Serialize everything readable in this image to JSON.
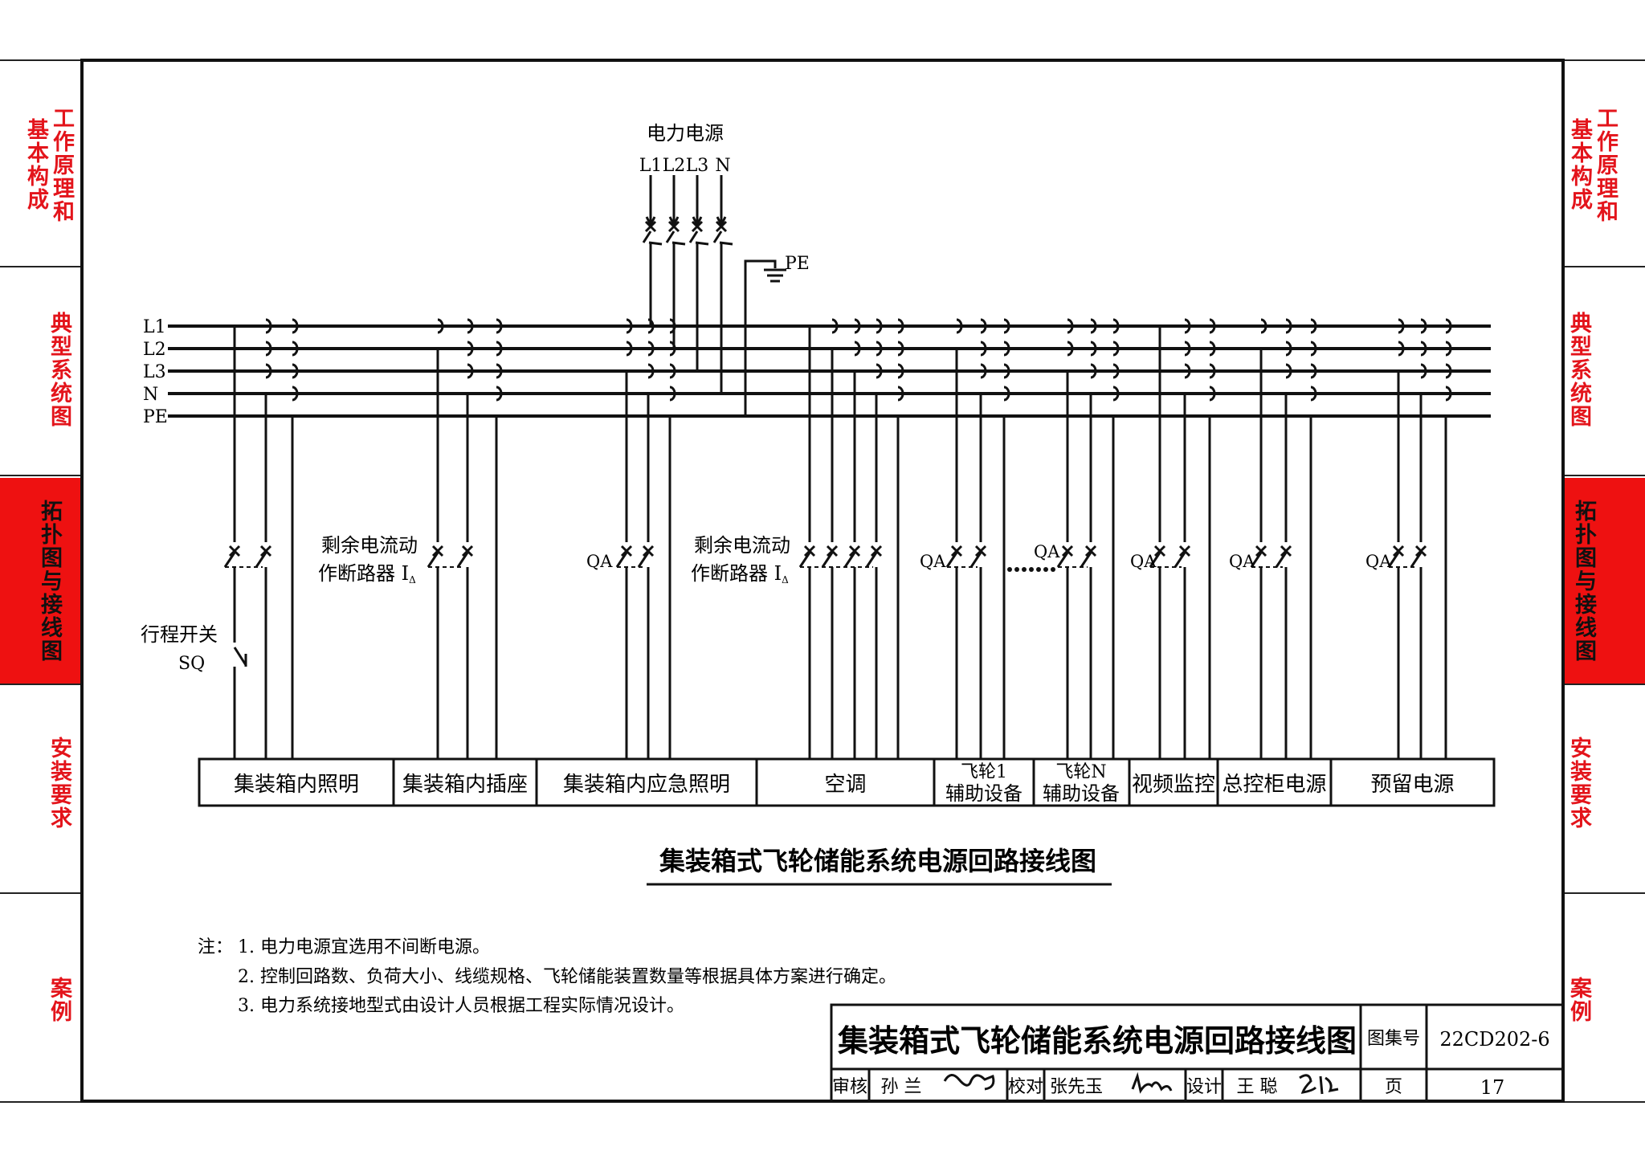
{
  "side_tabs": [
    {
      "id": "principle",
      "label": "工作原理和基本构成",
      "left_cols": [
        "工作原理和",
        "基本构成"
      ],
      "right_cols": [
        "工作原理和",
        "基本构成"
      ]
    },
    {
      "id": "typical",
      "label": "典型系统图"
    },
    {
      "id": "topology",
      "label": "拓扑图与接线图",
      "active": true
    },
    {
      "id": "install",
      "label": "安装要求"
    },
    {
      "id": "cases",
      "label": "案例"
    }
  ],
  "diagram": {
    "source_label": "电力电源",
    "phase_labels": [
      "L1",
      "L2",
      "L3",
      "N"
    ],
    "pe_label": "PE",
    "bus_labels": [
      "L1",
      "L2",
      "L3",
      "N",
      "PE"
    ],
    "rcd_label_1": [
      "剩余电流动",
      "作断路器 I"
    ],
    "rcd_sub": "Δ",
    "qa_label": "QA",
    "limit_switch": [
      "行程开关",
      "SQ"
    ],
    "loads": [
      "集装箱内照明",
      "集装箱内插座",
      "集装箱内应急照明",
      "空调",
      "飞轮1",
      "辅助设备",
      "飞轮N",
      "辅助设备",
      "视频监控",
      "总控柜电源",
      "预留电源"
    ],
    "title": "集装箱式飞轮储能系统电源回路接线图"
  },
  "notes": {
    "prefix": "注：",
    "items": [
      "1. 电力电源宜选用不间断电源。",
      "2. 控制回路数、负荷大小、线缆规格、飞轮储能装置数量等根据具体方案进行确定。",
      "3. 电力系统接地型式由设计人员根据工程实际情况设计。"
    ]
  },
  "title_block": {
    "title": "集装箱式飞轮储能系统电源回路接线图",
    "atlas_label": "图集号",
    "atlas_no": "22CD202-6",
    "review_label": "审核",
    "reviewer": "孙 兰",
    "check_label": "校对",
    "checker": "张先玉",
    "design_label": "设计",
    "designer": "王 聪",
    "page_label": "页",
    "page_no": "17"
  }
}
